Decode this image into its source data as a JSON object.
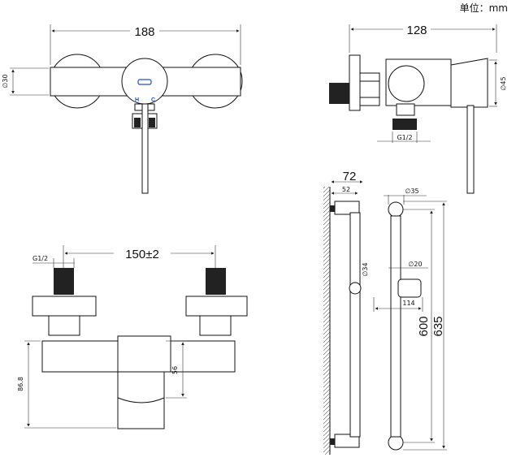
{
  "units_label": "单位：mm",
  "front_view": {
    "width": "188",
    "end_diameter": "∅30",
    "label_hot": "H",
    "label_cold": "C"
  },
  "side_view": {
    "depth": "128",
    "body_diameter": "∅45",
    "inlet_thread": "G1/2"
  },
  "bottom_view": {
    "inlet_thread": "G1/2",
    "inlet_spacing": "150±2",
    "body_height": "86.8",
    "outlet_height": "56"
  },
  "slide_bar": {
    "wall_offset": "72",
    "bracket_depth": "52",
    "pipe_diameter": "∅35",
    "bar_diameter": "∅34",
    "holder_diameter": "∅20",
    "holder_length": "114",
    "bar_length": "600",
    "total_length": "635"
  },
  "colors": {
    "line": "#111111",
    "mark": "#1a55c9"
  }
}
